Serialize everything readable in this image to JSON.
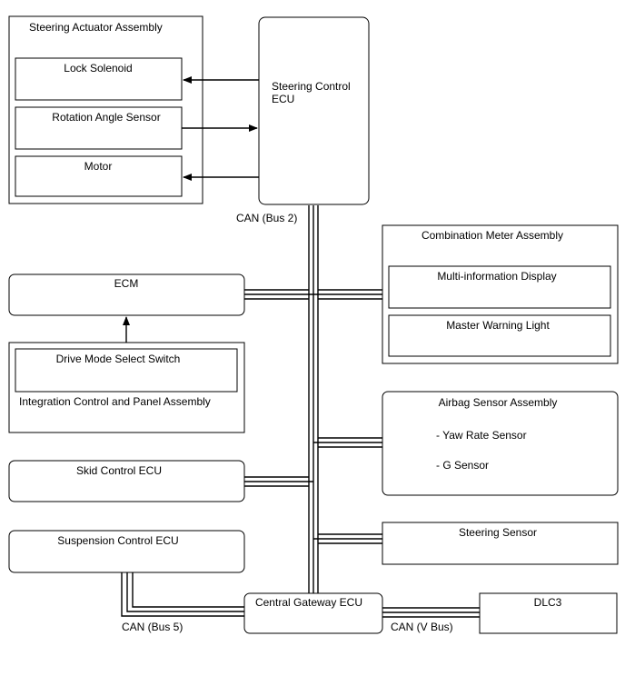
{
  "steering_actuator": {
    "title": "Steering Actuator Assembly",
    "lock_solenoid": "Lock Solenoid",
    "rotation_angle_sensor": "Rotation Angle Sensor",
    "motor": "Motor"
  },
  "steering_control_ecu": {
    "line1": "Steering Control",
    "line2": "ECU"
  },
  "bus_labels": {
    "bus2": "CAN (Bus 2)",
    "bus5": "CAN (Bus 5)",
    "vbus": "CAN (V Bus)"
  },
  "ecm": "ECM",
  "integration_panel": {
    "switch": "Drive Mode Select Switch",
    "title": "Integration Control and Panel Assembly"
  },
  "skid_control_ecu": "Skid Control ECU",
  "suspension_control_ecu": "Suspension Control ECU",
  "central_gateway_ecu": "Central Gateway ECU",
  "dlc3": "DLC3",
  "combination_meter": {
    "title": "Combination Meter Assembly",
    "display": "Multi-information Display",
    "warning_light": "Master Warning Light"
  },
  "airbag_sensor": {
    "title": "Airbag Sensor Assembly",
    "yaw_rate": "- Yaw Rate Sensor",
    "g_sensor": "- G Sensor"
  },
  "steering_sensor": "Steering Sensor"
}
